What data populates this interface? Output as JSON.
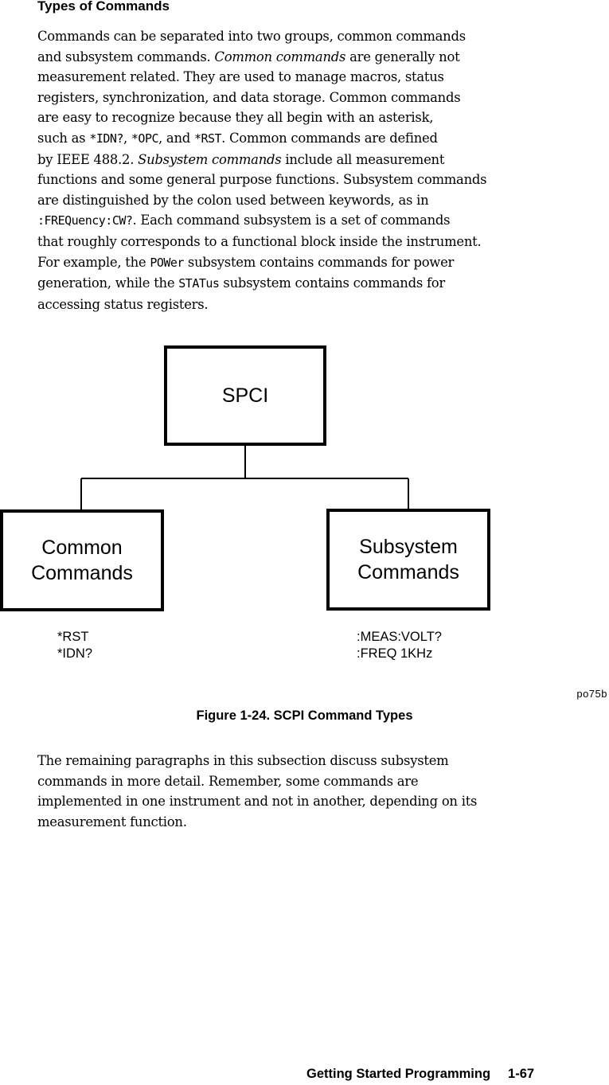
{
  "heading": "Types of Commands",
  "intro_paragraph": {
    "l1": "Commands can be separated into two groups, common commands",
    "l2a": "and subsystem commands. ",
    "l2b": "Common commands",
    "l2c": " are generally not",
    "l3": "measurement related. They are used to manage macros, status",
    "l4": "registers, synchronization, and data storage. Common commands",
    "l5": "are easy to recognize because they all begin with an asterisk,",
    "l6a": "such as ",
    "l6b": "*IDN?",
    "l6c": ", ",
    "l6d": "*OPC",
    "l6e": ", and ",
    "l6f": "*RST",
    "l6g": ". Common commands are defined",
    "l7a": "by IEEE 488.2. ",
    "l7b": "Subsystem commands",
    "l7c": " include all measurement",
    "l8": "functions and some general purpose functions. Subsystem commands",
    "l9": "are distinguished by the colon used between keywords, as in",
    "l10a": ":FREQuency:CW?",
    "l10b": ". Each command subsystem is a set of commands",
    "l11": "that roughly corresponds to a functional block inside the instrument.",
    "l12a": "For example, the ",
    "l12b": "POWer",
    "l12c": " subsystem contains commands for power",
    "l13a": "generation, while the ",
    "l13b": "STATus",
    "l13c": " subsystem contains commands for",
    "l14": "accessing status registers."
  },
  "diagram": {
    "root_label": "SPCI",
    "common_label_line1": "Common",
    "common_label_line2": "Commands",
    "subsystem_label_line1": "Subsystem",
    "subsystem_label_line2": "Commands",
    "common_examples": [
      "*RST",
      "*IDN?"
    ],
    "subsystem_examples": [
      ":MEAS:VOLT?",
      ":FREQ 1KHz"
    ],
    "artwork_code": "po75b"
  },
  "figure_caption": "Figure 1-24. SCPI Command Types",
  "remaining_paragraph": {
    "l1": "The remaining paragraphs in this subsection discuss subsystem",
    "l2": "commands in more detail. Remember, some commands are",
    "l3": "implemented in one instrument and not in another, depending on its",
    "l4": "measurement function."
  },
  "footer": {
    "section_title": "Getting Started Programming",
    "page_number": "1-67"
  }
}
